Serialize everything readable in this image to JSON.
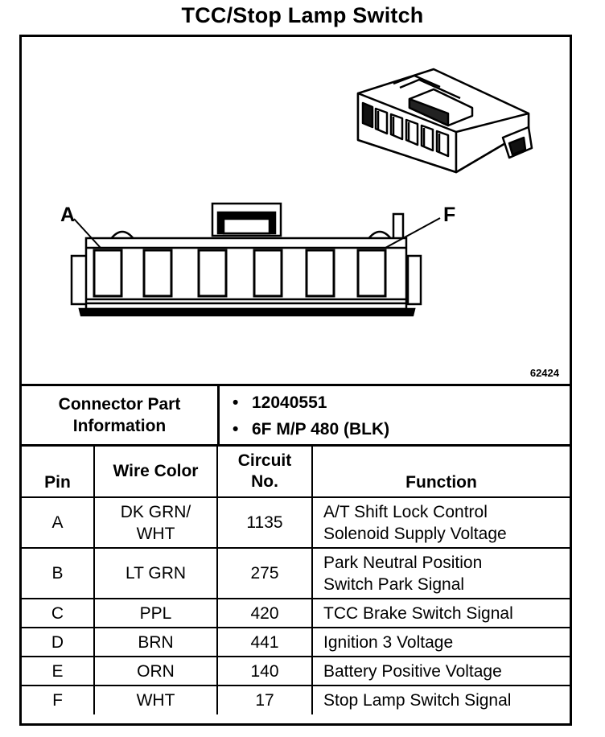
{
  "title": "TCC/Stop Lamp Switch",
  "figure_number": "62424",
  "drawing": {
    "label_left": "A",
    "label_right": "F"
  },
  "connector_info": {
    "label_line1": "Connector Part",
    "label_line2": "Information",
    "bullet": "•",
    "values": [
      "12040551",
      "6F M/P 480 (BLK)"
    ]
  },
  "table": {
    "headers": {
      "pin": "Pin",
      "wire_color": "Wire Color",
      "circuit_line1": "Circuit",
      "circuit_line2": "No.",
      "function": "Function"
    },
    "rows": [
      {
        "pin": "A",
        "wire": [
          "DK GRN/",
          "WHT"
        ],
        "circuit": "1135",
        "function": [
          "A/T Shift Lock Control",
          "Solenoid Supply Voltage"
        ]
      },
      {
        "pin": "B",
        "wire": [
          "LT GRN"
        ],
        "circuit": "275",
        "function": [
          "Park Neutral Position",
          "Switch Park Signal"
        ]
      },
      {
        "pin": "C",
        "wire": [
          "PPL"
        ],
        "circuit": "420",
        "function": [
          "TCC Brake Switch Signal"
        ]
      },
      {
        "pin": "D",
        "wire": [
          "BRN"
        ],
        "circuit": "441",
        "function": [
          "Ignition 3 Voltage"
        ]
      },
      {
        "pin": "E",
        "wire": [
          "ORN"
        ],
        "circuit": "140",
        "function": [
          "Battery Positive Voltage"
        ]
      },
      {
        "pin": "F",
        "wire": [
          "WHT"
        ],
        "circuit": "17",
        "function": [
          "Stop Lamp Switch Signal"
        ]
      }
    ]
  }
}
